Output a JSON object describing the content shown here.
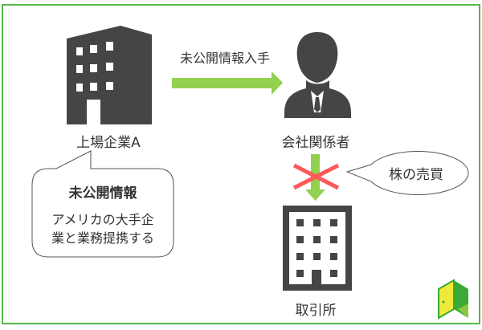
{
  "colors": {
    "border": "#55b848",
    "arrow": "#92d050",
    "cross": "#ff5a5a",
    "icon": "#454545"
  },
  "company": {
    "label": "上場企業A"
  },
  "arrow_label": "未公開情報入手",
  "insider": {
    "label": "会社関係者"
  },
  "exchange": {
    "label": "取引所"
  },
  "trade_bubble": {
    "text": "株の売買"
  },
  "info_bubble": {
    "title": "未公開情報",
    "line1": "アメリカの大手企",
    "line2": "業と業務提携する"
  }
}
